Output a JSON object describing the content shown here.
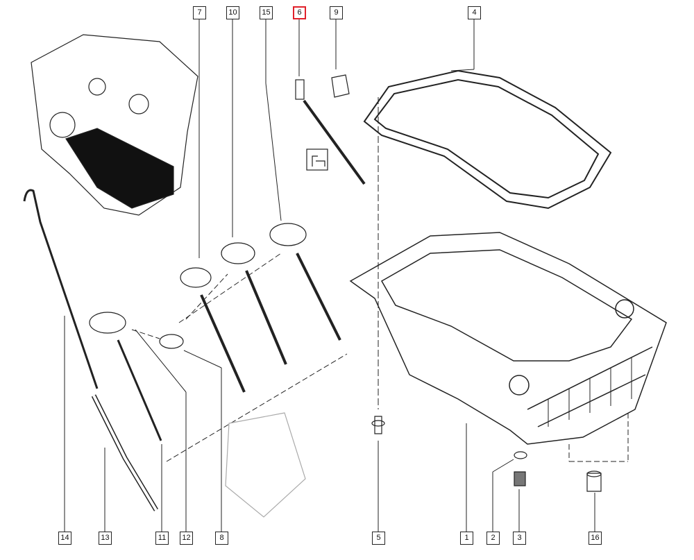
{
  "diagram": {
    "highlight_color": "#e0202a",
    "callouts_top": [
      {
        "label": "7",
        "highlighted": false
      },
      {
        "label": "10",
        "highlighted": false
      },
      {
        "label": "15",
        "highlighted": false
      },
      {
        "label": "6",
        "highlighted": true
      },
      {
        "label": "9",
        "highlighted": false
      },
      {
        "label": "4",
        "highlighted": false
      }
    ],
    "callouts_bottom": [
      {
        "label": "14"
      },
      {
        "label": "13"
      },
      {
        "label": "11"
      },
      {
        "label": "12"
      },
      {
        "label": "8"
      },
      {
        "label": "5"
      },
      {
        "label": "1"
      },
      {
        "label": "2"
      },
      {
        "label": "3"
      },
      {
        "label": "16"
      }
    ]
  }
}
